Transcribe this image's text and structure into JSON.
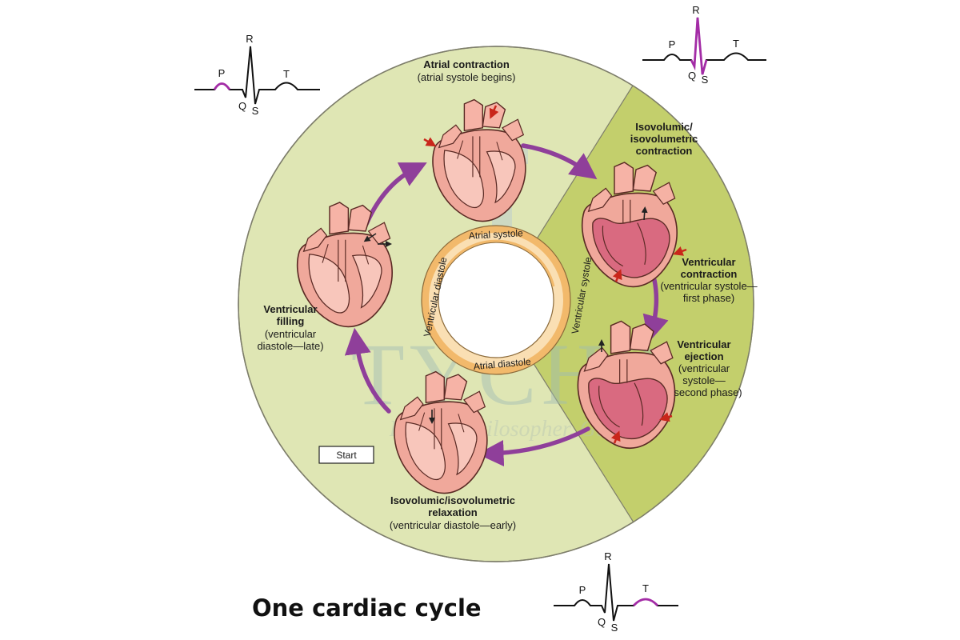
{
  "title": "One cardiac cycle",
  "ring": {
    "atrial_systole": "Atrial systole",
    "atrial_diastole": "Atrial diastole",
    "ventricular_diastole": "Ventricular diastole",
    "ventricular_systole": "Ventricular systole"
  },
  "stages": {
    "atrial_contraction": {
      "title": "Atrial contraction",
      "sub": "(atrial systole begins)"
    },
    "isovolumic_contraction": {
      "title1": "Isovolumic/",
      "title2": "isovolumetric",
      "title3": "contraction"
    },
    "ventricular_contraction": {
      "title1": "Ventricular",
      "title2": "contraction",
      "sub1": "(ventricular systole—",
      "sub2": "first phase)"
    },
    "ventricular_ejection": {
      "title1": "Ventricular",
      "title2": "ejection",
      "sub1": "(ventricular",
      "sub2": "systole—",
      "sub3": "second phase)"
    },
    "isovolumic_relaxation": {
      "title1": "Isovolumic/isovolumetric",
      "title2": "relaxation",
      "sub": "(ventricular diastole—early)"
    },
    "ventricular_filling": {
      "title1": "Ventricular",
      "title2": "filling",
      "sub1": "(ventricular",
      "sub2": "diastole—late)"
    }
  },
  "start_label": "Start",
  "ecg": {
    "p": "P",
    "q": "Q",
    "r": "R",
    "s": "S",
    "t": "T"
  },
  "watermark": {
    "name": "TYCHR",
    "tagline": "Friend, Philosopher, Guide"
  },
  "colors": {
    "outer_ring": "#dfe6b4",
    "systole_sector": "#c3cf6c",
    "arrow": "#8f3f9a",
    "ecg_highlight": "#a32ca6",
    "heart": "#f0a89b",
    "ventricle_contracting": "#d96a80",
    "ring_orange": "#f2b96b",
    "ring_light": "#fadfb3"
  }
}
